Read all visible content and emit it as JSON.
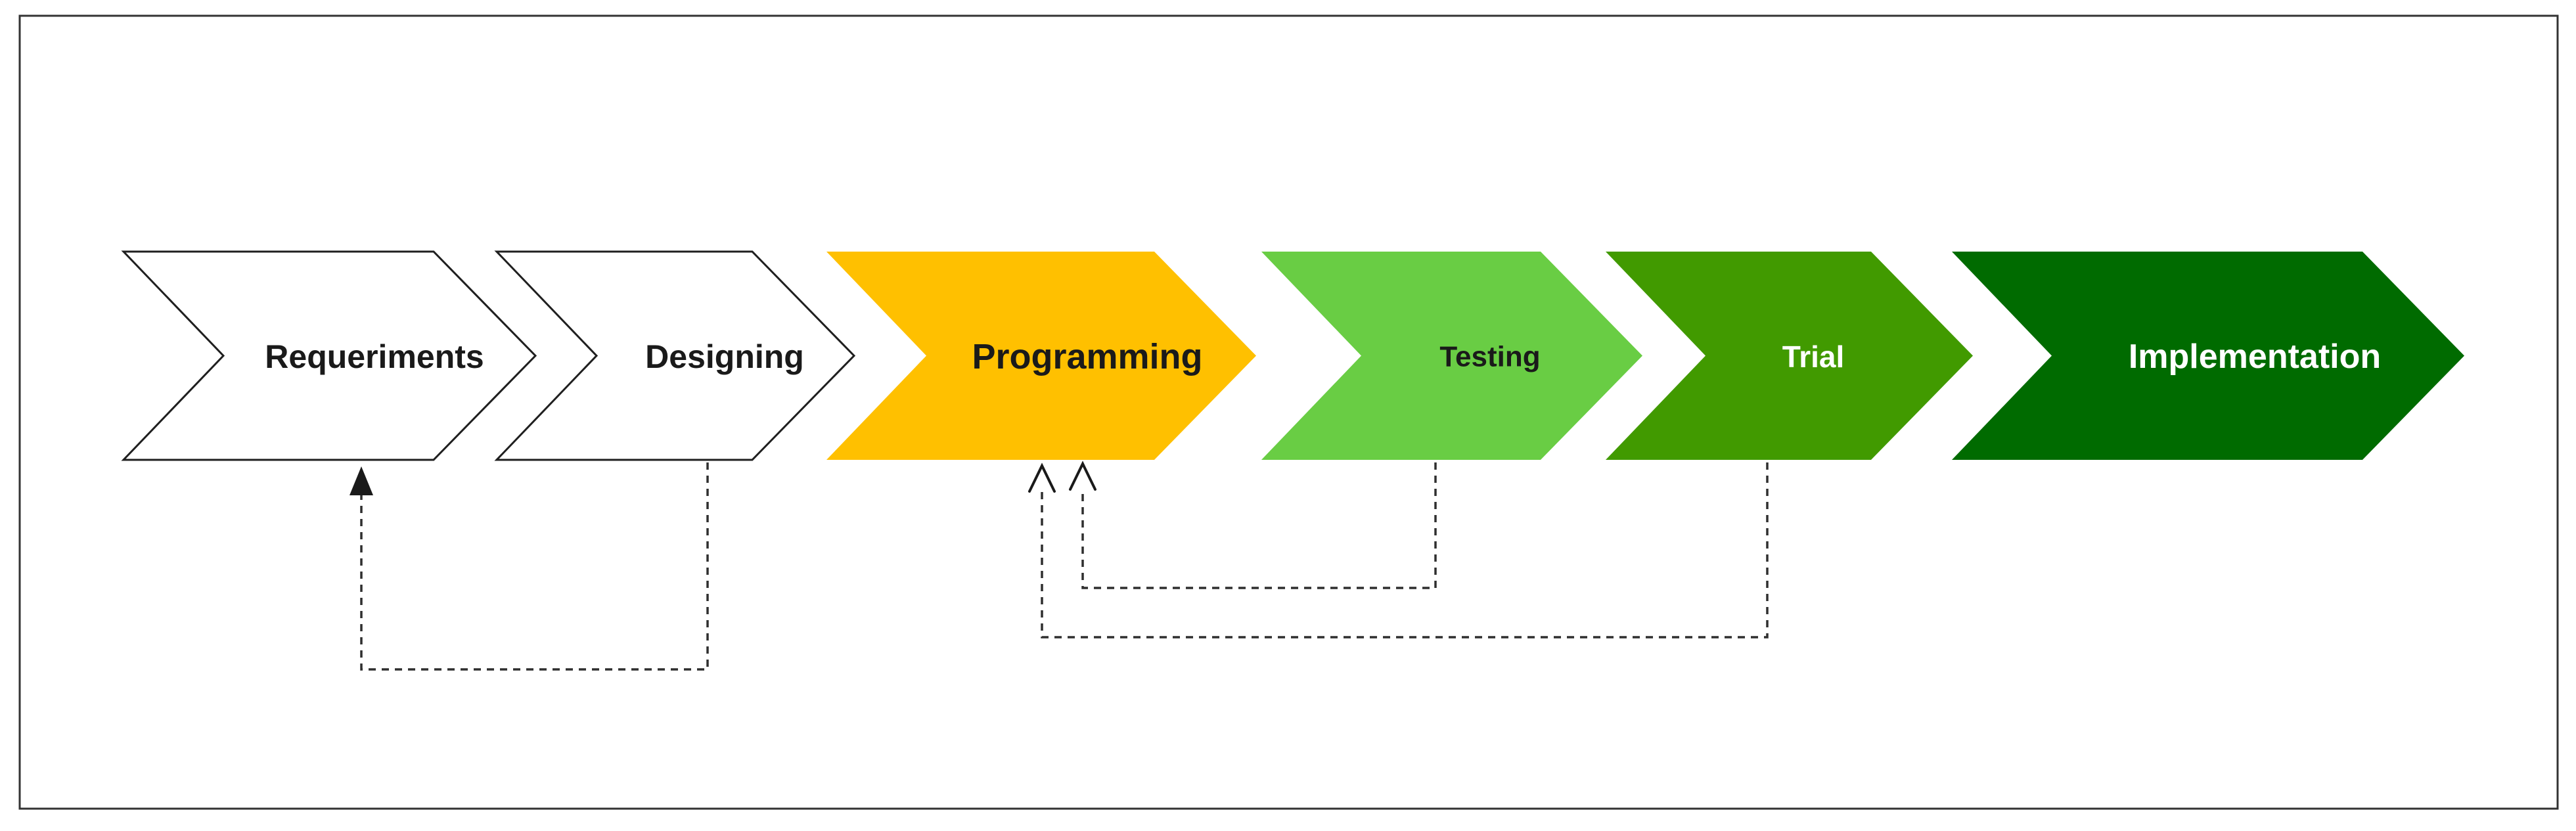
{
  "diagram": {
    "type": "process-flow",
    "stages": [
      {
        "label": "Requeriments",
        "fill": "#ffffff",
        "text_color": "#1a1a1a",
        "outlined": true
      },
      {
        "label": "Designing",
        "fill": "#ffffff",
        "text_color": "#1a1a1a",
        "outlined": true
      },
      {
        "label": "Programming",
        "fill": "#FFC000",
        "text_color": "#1a1a1a",
        "outlined": false
      },
      {
        "label": "Testing",
        "fill": "#69CD44",
        "text_color": "#1a1a1a",
        "outlined": false
      },
      {
        "label": "Trial",
        "fill": "#419A00",
        "text_color": "#ffffff",
        "outlined": false
      },
      {
        "label": "Implementation",
        "fill": "#006B00",
        "text_color": "#ffffff",
        "outlined": false
      }
    ],
    "feedback_loops": [
      {
        "from": "Designing",
        "to": "Requeriments",
        "arrow_style": "solid-triangle"
      },
      {
        "from": "Testing",
        "to": "Programming",
        "arrow_style": "open-v"
      },
      {
        "from": "Trial",
        "to": "Programming",
        "arrow_style": "open-v"
      }
    ],
    "colors": {
      "border": "#333333",
      "connector": "#2f2f2f",
      "arrowhead": "#1a1a1a"
    }
  }
}
